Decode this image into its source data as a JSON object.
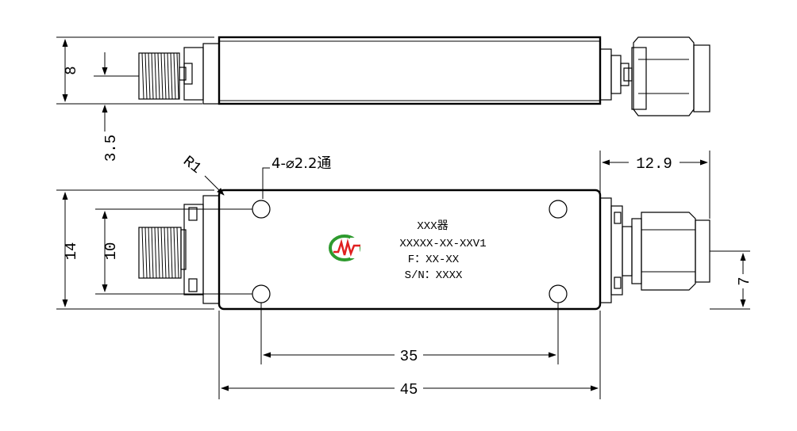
{
  "dimensions": {
    "height_top": "8",
    "offset_top": "3.5",
    "connector_len": "12.9",
    "hole_spec": "4-⌀2.2通",
    "corner_radius": "R1",
    "body_height": "14",
    "hole_pitch_v": "10",
    "connector_offset": "7",
    "hole_pitch_h": "35",
    "body_length": "45"
  },
  "label": {
    "line1": "XXX器",
    "line2": "XXXXX-XX-XXV1",
    "line3": "F：XX-XX",
    "line4": "S/N：XXXX"
  },
  "colors": {
    "line": "#000000",
    "logo_green": "#2e9a2e",
    "logo_red": "#e02020"
  },
  "icons": {
    "logo": "company-logo-icon"
  }
}
